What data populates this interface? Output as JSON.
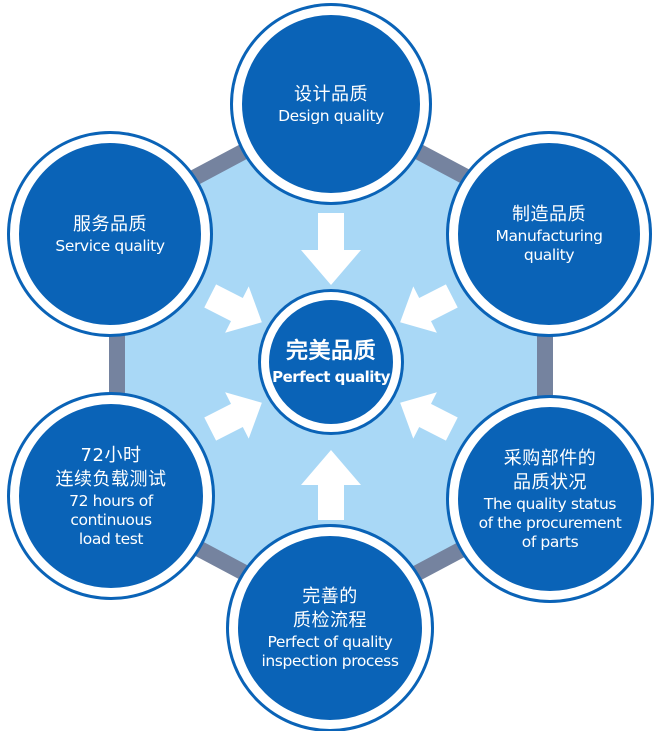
{
  "colors": {
    "ring": "#75839f",
    "hex_fill": "#a9d8f6",
    "node_fill": "#0a63b7",
    "arrow": "#ffffff"
  },
  "center": {
    "zh": "完美品质",
    "en": "Perfect quality"
  },
  "nodes": [
    {
      "zh": "设计品质",
      "en": [
        "Design quality"
      ]
    },
    {
      "zh": "制造品质",
      "en": [
        "Manufacturing",
        "quality"
      ]
    },
    {
      "zh": "采购部件的",
      "zh2": "品质状况",
      "en": [
        "The quality status",
        "of the procurement",
        "of parts"
      ]
    },
    {
      "zh": "完善的",
      "zh2": "质检流程",
      "en": [
        "Perfect of quality",
        "inspection process"
      ]
    },
    {
      "zh": "72小时",
      "zh2": "连续负载测试",
      "en": [
        "72 hours of",
        "continuous",
        "load test"
      ]
    },
    {
      "zh": "服务品质",
      "en": [
        "Service quality"
      ]
    }
  ]
}
